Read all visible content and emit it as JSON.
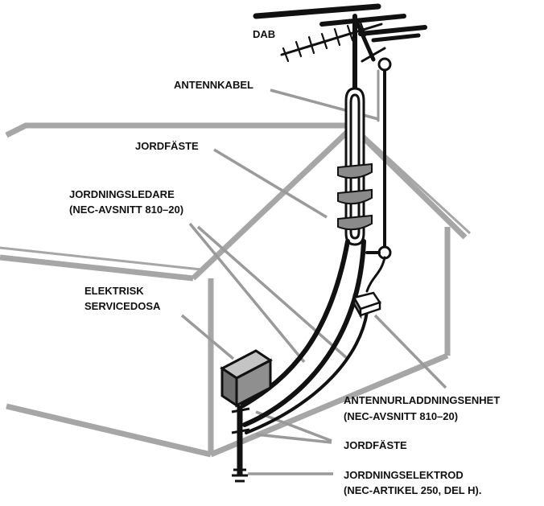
{
  "labels": {
    "dab": "DAB",
    "antenna_cable": "ANTENNKABEL",
    "ground_clamp_top": "JORDFÄSTE",
    "grounding_conductor_1": "JORDNINGSLEDARE",
    "grounding_conductor_2": "(NEC-AVSNITT 810–20)",
    "electric_box_1": "ELEKTRISK",
    "electric_box_2": "SERVICEDOSA",
    "discharge_unit_1": "ANTENNURLADDNINGSENHET",
    "discharge_unit_2": "(NEC-AVSNITT 810–20)",
    "ground_clamp_bottom": "JORDFÄSTE",
    "electrode_1": "JORDNINGSELEKTROD",
    "electrode_2": "(NEC-ARTIKEL 250, DEL H)."
  },
  "colors": {
    "ink": "#111111",
    "house": "#a6a6a6",
    "leader": "#9a9a9a",
    "clamp": "#8a8a8a",
    "box_front": "#8f8f8f",
    "box_top": "#c4c4c4"
  }
}
